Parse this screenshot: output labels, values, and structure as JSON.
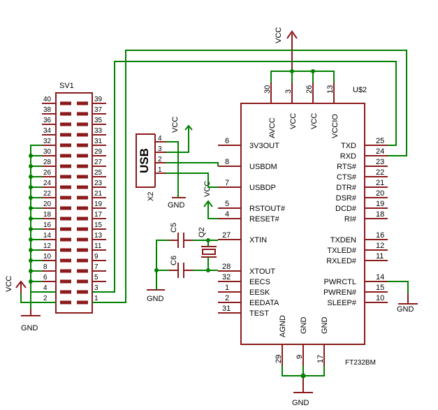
{
  "power": {
    "vcc": "VCC",
    "gnd": "GND"
  },
  "header": {
    "name": "SV1",
    "pins_left": [
      "40",
      "38",
      "36",
      "34",
      "32",
      "30",
      "28",
      "26",
      "24",
      "22",
      "20",
      "18",
      "16",
      "14",
      "12",
      "10",
      "8",
      "6",
      "4",
      "2"
    ],
    "pins_right": [
      "39",
      "37",
      "35",
      "33",
      "31",
      "29",
      "27",
      "25",
      "23",
      "21",
      "19",
      "17",
      "15",
      "13",
      "11",
      "9",
      "7",
      "5",
      "3",
      "1"
    ]
  },
  "usb": {
    "name": "X2",
    "label": "USB",
    "pins": [
      "4",
      "3",
      "2",
      "1"
    ]
  },
  "caps": {
    "c5": "C5",
    "c6": "C6"
  },
  "crystal": {
    "name": "Q2"
  },
  "ic": {
    "name": "U$2",
    "part": "FT232BM",
    "top_pins": [
      {
        "num": "30",
        "label": "AVCC"
      },
      {
        "num": "3",
        "label": "VCC"
      },
      {
        "num": "26",
        "label": "VCC"
      },
      {
        "num": "13",
        "label": "VCCIO"
      }
    ],
    "bottom_pins": [
      {
        "num": "29",
        "label": "AGND"
      },
      {
        "num": "9",
        "label": "GND"
      },
      {
        "num": "17",
        "label": "GND"
      }
    ],
    "left_pins": [
      {
        "num": "6",
        "label": "3V3OUT"
      },
      {
        "num": "8",
        "label": "USBDM"
      },
      {
        "num": "7",
        "label": "USBDP"
      },
      {
        "num": "5",
        "label": "RSTOUT#"
      },
      {
        "num": "4",
        "label": "RESET#"
      },
      {
        "num": "27",
        "label": "XTIN"
      },
      {
        "num": "28",
        "label": "XTOUT"
      },
      {
        "num": "32",
        "label": "EECS"
      },
      {
        "num": "1",
        "label": "EESK"
      },
      {
        "num": "2",
        "label": "EEDATA"
      },
      {
        "num": "31",
        "label": "TEST"
      }
    ],
    "right_pins": [
      {
        "num": "25",
        "label": "TXD"
      },
      {
        "num": "24",
        "label": "RXD"
      },
      {
        "num": "23",
        "label": "RTS#"
      },
      {
        "num": "22",
        "label": "CTS#"
      },
      {
        "num": "21",
        "label": "DTR#"
      },
      {
        "num": "20",
        "label": "DSR#"
      },
      {
        "num": "19",
        "label": "DCD#"
      },
      {
        "num": "18",
        "label": "RI#"
      },
      {
        "num": "16",
        "label": "TXDEN"
      },
      {
        "num": "12",
        "label": "TXLED#"
      },
      {
        "num": "11",
        "label": "RXLED#"
      },
      {
        "num": "14",
        "label": "PWRCTL"
      },
      {
        "num": "15",
        "label": "PWREN#"
      },
      {
        "num": "10",
        "label": "SLEEP#"
      }
    ]
  }
}
